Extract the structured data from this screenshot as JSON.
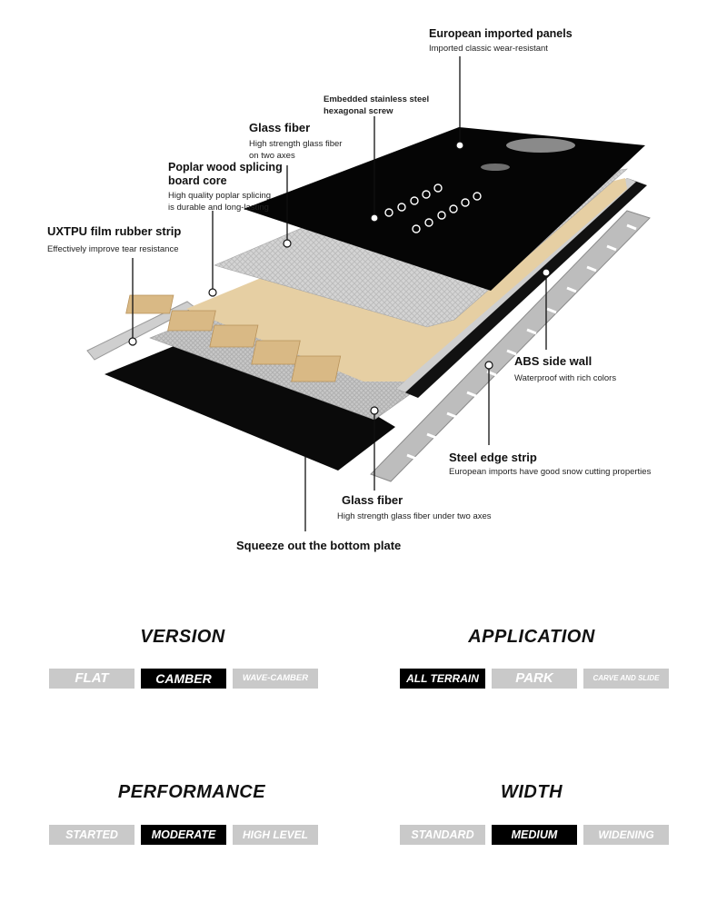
{
  "callouts": {
    "european_panels": {
      "title": "European imported panels",
      "desc": "Imported classic wear-resistant"
    },
    "screw": {
      "title": "Embedded stainless steel",
      "title2": "hexagonal screw"
    },
    "glass_top": {
      "title": "Glass fiber",
      "desc1": "High strength glass fiber",
      "desc2": "on two axes"
    },
    "wood_core": {
      "title1": "Poplar wood splicing",
      "title2": "board core",
      "desc1": "High quality poplar splicing",
      "desc2": "is durable and long-lasting"
    },
    "uxtpu": {
      "title": "UXTPU film rubber strip",
      "desc": "Effectively improve tear resistance"
    },
    "abs": {
      "title": "ABS side wall",
      "desc": "Waterproof with rich colors"
    },
    "steel_edge": {
      "title": "Steel edge strip",
      "desc": "European imports have good snow cutting properties"
    },
    "glass_bottom": {
      "title": "Glass fiber",
      "desc": "High strength glass fiber under two axes"
    },
    "base": {
      "title": "Squeeze out the bottom plate"
    }
  },
  "specs": {
    "version": {
      "title": "VERSION",
      "options": [
        "FLAT",
        "CAMBER",
        "WAVE-CAMBER"
      ],
      "selected": 1
    },
    "application": {
      "title": "APPLICATION",
      "options": [
        "ALL TERRAIN",
        "PARK",
        "CARVE AND SLIDE"
      ],
      "selected": 0
    },
    "performance": {
      "title": "PERFORMANCE",
      "options": [
        "STARTED",
        "MODERATE",
        "HIGH LEVEL"
      ],
      "selected": 1
    },
    "width": {
      "title": "WIDTH",
      "options": [
        "STANDARD",
        "MEDIUM",
        "WIDENING"
      ],
      "selected": 1
    }
  }
}
